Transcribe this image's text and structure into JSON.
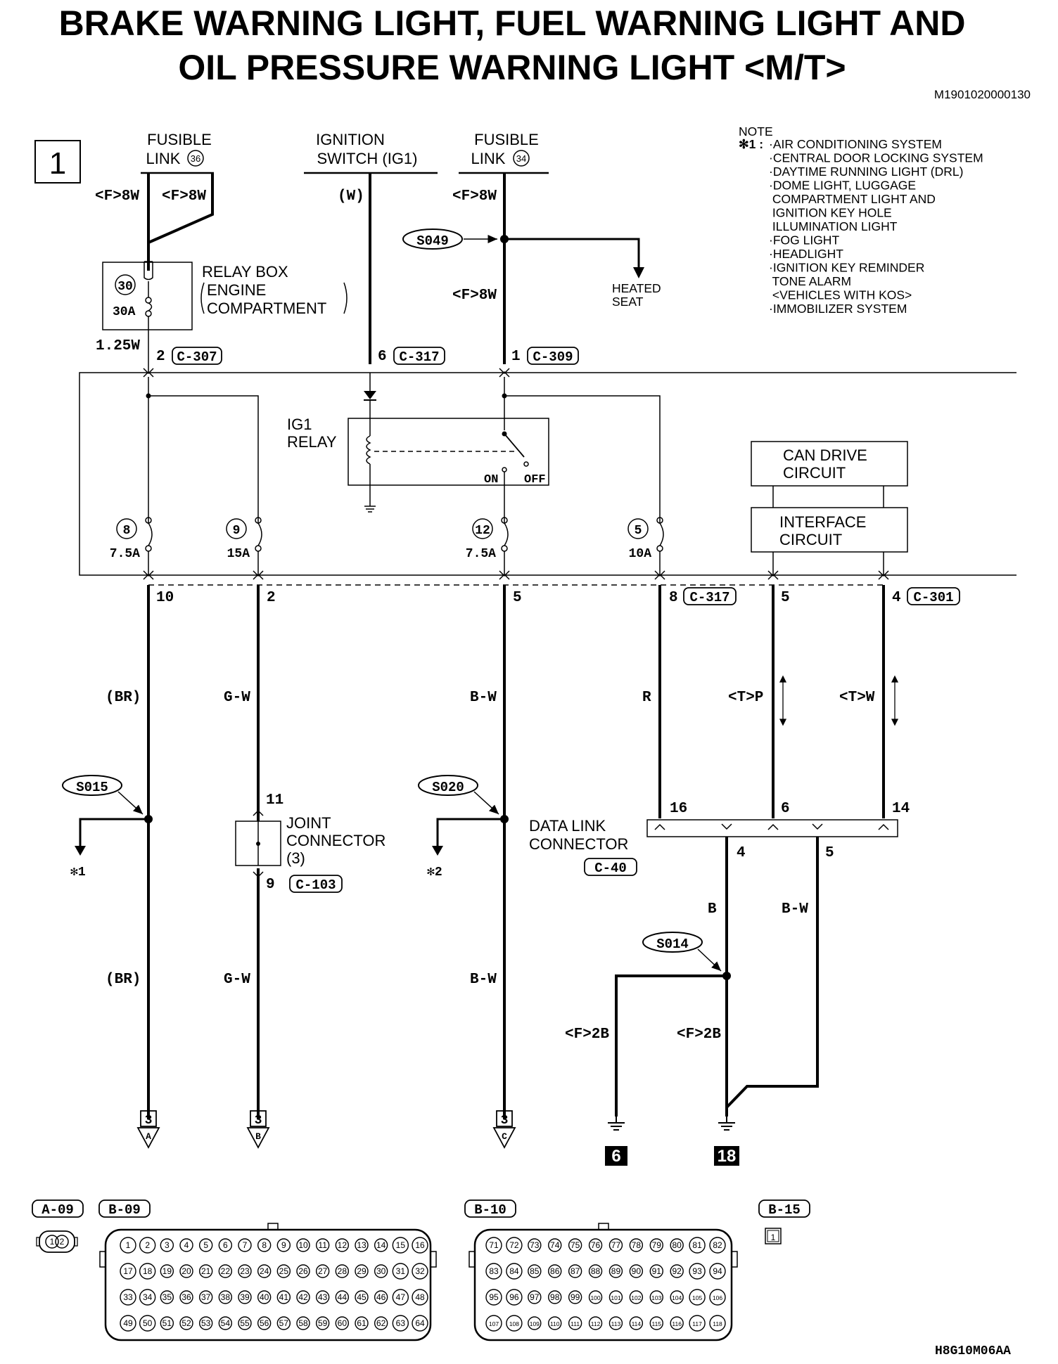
{
  "title": {
    "line1": "BRAKE WARNING LIGHT, FUEL WARNING LIGHT AND",
    "line2": "OIL PRESSURE WARNING LIGHT <M/T>"
  },
  "doc_code": "M1901020000130",
  "image_code": "H8G10M06AA",
  "page_marker": "1",
  "sources": {
    "fusible36": [
      "FUSIBLE",
      "LINK"
    ],
    "fusible36_num": "36",
    "ignition": [
      "IGNITION",
      "SWITCH (IG1)"
    ],
    "fusible34": [
      "FUSIBLE",
      "LINK"
    ],
    "fusible34_num": "34"
  },
  "note": {
    "heading": "NOTE",
    "marker": "✻1 :",
    "items": [
      "·AIR CONDITIONING SYSTEM",
      "·CENTRAL DOOR LOCKING SYSTEM",
      "·DAYTIME RUNNING LIGHT (DRL)",
      "·DOME LIGHT, LUGGAGE",
      " COMPARTMENT LIGHT AND",
      " IGNITION KEY HOLE",
      " ILLUMINATION LIGHT",
      "·FOG LIGHT",
      "·HEADLIGHT",
      "·IGNITION KEY REMINDER",
      " TONE ALARM",
      " <VEHICLES WITH KOS>",
      "·IMMOBILIZER SYSTEM"
    ]
  },
  "wires": {
    "f8w": "<F>8W",
    "w": "(W)",
    "r125w": "1.25W",
    "br": "(BR)",
    "gw": "G-W",
    "bw": "B-W",
    "r": "R",
    "tp": "<T>P",
    "tw": "<T>W",
    "b": "B",
    "f2b": "<F>2B"
  },
  "splices": {
    "s049": "S049",
    "s015": "S015",
    "s020": "S020",
    "s014": "S014"
  },
  "heated_seat": [
    "HEATED",
    "SEAT"
  ],
  "relay_box": {
    "label": [
      "RELAY BOX",
      "ENGINE",
      "COMPARTMENT"
    ],
    "fuse_num": "30",
    "fuse_amp": "30A"
  },
  "connectors_top": {
    "c307": {
      "pin": "2",
      "name": "C-307"
    },
    "c317": {
      "pin": "6",
      "name": "C-317"
    },
    "c309": {
      "pin": "1",
      "name": "C-309"
    }
  },
  "ig1_relay": {
    "label": [
      "IG1",
      "RELAY"
    ],
    "on": "ON",
    "off": "OFF"
  },
  "can_drive": [
    "CAN DRIVE",
    "CIRCUIT"
  ],
  "interface": [
    "INTERFACE",
    "CIRCUIT"
  ],
  "fuses": [
    {
      "num": "8",
      "amp": "7.5A"
    },
    {
      "num": "9",
      "amp": "15A"
    },
    {
      "num": "12",
      "amp": "7.5A"
    },
    {
      "num": "5",
      "amp": "10A"
    }
  ],
  "bottom_pins": {
    "p10": "10",
    "p2": "2",
    "p5": "5",
    "p8": "8",
    "c317": "C-317",
    "p5b": "5",
    "p4": "4",
    "c301": "C-301"
  },
  "joint_connector": {
    "label": [
      "JOINT",
      "CONNECTOR",
      "(3)"
    ],
    "pin_top": "11",
    "pin_bottom": "9",
    "conn": "C-103"
  },
  "data_link": {
    "label": [
      "DATA LINK",
      "CONNECTOR"
    ],
    "conn": "C-40",
    "pins": {
      "p16": "16",
      "p6": "6",
      "p14": "14",
      "p4": "4",
      "p5": "5"
    }
  },
  "star_refs": {
    "s1": "✻1",
    "s2": "✻2"
  },
  "terminals": [
    {
      "page": "3",
      "letter": "A"
    },
    {
      "page": "3",
      "letter": "B"
    },
    {
      "page": "3",
      "letter": "C"
    }
  ],
  "grounds": [
    "6",
    "18"
  ],
  "connector_tags": {
    "a09": "A-09",
    "b09": "B-09",
    "b10": "B-10",
    "b15": "B-15",
    "a09_pins": [
      "1",
      "2"
    ],
    "b15_box": "1"
  },
  "b09_pins": [
    [
      "1",
      "2",
      "3",
      "4",
      "5",
      "6",
      "7",
      "8",
      "9",
      "10",
      "11",
      "12",
      "13",
      "14",
      "15",
      "16"
    ],
    [
      "17",
      "18",
      "19",
      "20",
      "21",
      "22",
      "23",
      "24",
      "25",
      "26",
      "27",
      "28",
      "29",
      "30",
      "31",
      "32"
    ],
    [
      "33",
      "34",
      "35",
      "36",
      "37",
      "38",
      "39",
      "40",
      "41",
      "42",
      "43",
      "44",
      "45",
      "46",
      "47",
      "48"
    ],
    [
      "49",
      "50",
      "51",
      "52",
      "53",
      "54",
      "55",
      "56",
      "57",
      "58",
      "59",
      "60",
      "61",
      "62",
      "63",
      "64"
    ]
  ],
  "b10_pins": [
    [
      "71",
      "72",
      "73",
      "74",
      "75",
      "76",
      "77",
      "78",
      "79",
      "80",
      "81",
      "82"
    ],
    [
      "83",
      "84",
      "85",
      "86",
      "87",
      "88",
      "89",
      "90",
      "91",
      "92",
      "93",
      "94"
    ],
    [
      "95",
      "96",
      "97",
      "98",
      "99",
      "100",
      "101",
      "102",
      "103",
      "104",
      "105",
      "106"
    ],
    [
      "107",
      "108",
      "109",
      "110",
      "111",
      "112",
      "113",
      "114",
      "115",
      "116",
      "117",
      "118"
    ]
  ]
}
